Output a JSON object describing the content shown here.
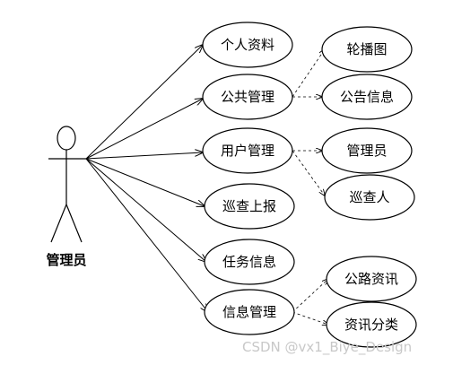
{
  "actor": {
    "label": "管理员"
  },
  "use_cases": [
    {
      "id": "personal_info",
      "label": "个人资料"
    },
    {
      "id": "public_mgmt",
      "label": "公共管理"
    },
    {
      "id": "user_mgmt",
      "label": "用户管理"
    },
    {
      "id": "patrol_report",
      "label": "巡查上报"
    },
    {
      "id": "task_info",
      "label": "任务信息"
    },
    {
      "id": "info_mgmt",
      "label": "信息管理"
    },
    {
      "id": "carousel",
      "label": "轮播图"
    },
    {
      "id": "announcement",
      "label": "公告信息"
    },
    {
      "id": "admin",
      "label": "管理员"
    },
    {
      "id": "inspector",
      "label": "巡查人"
    },
    {
      "id": "road_news",
      "label": "公路资讯"
    },
    {
      "id": "news_category",
      "label": "资讯分类"
    }
  ],
  "watermark": "CSDN @vx1_Biye_Design"
}
